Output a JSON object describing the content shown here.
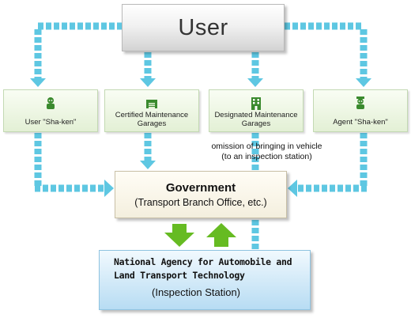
{
  "user_label": "User",
  "actors": [
    {
      "label": "User \"Sha-ken\"",
      "icon": "person-icon"
    },
    {
      "label": "Certified Maintenance Garages",
      "icon": "garage-icon"
    },
    {
      "label": "Designated Maintenance Garages",
      "icon": "building-icon"
    },
    {
      "label": "Agent \"Sha-ken\"",
      "icon": "agent-person-icon"
    }
  ],
  "note": {
    "line1": "omission of bringing in vehicle",
    "line2": "(to an inspection station)"
  },
  "government": {
    "title": "Government",
    "subtitle": "(Transport Branch Office, etc.)"
  },
  "agency": {
    "line1": "National Agency for Automobile and",
    "line2": "Land Transport Technology",
    "line3": "(Inspection Station)"
  },
  "colors": {
    "dashed_arrow": "#5ec7e2",
    "green_arrow": "#66bb22",
    "actor_icon": "#3a8a2e"
  }
}
